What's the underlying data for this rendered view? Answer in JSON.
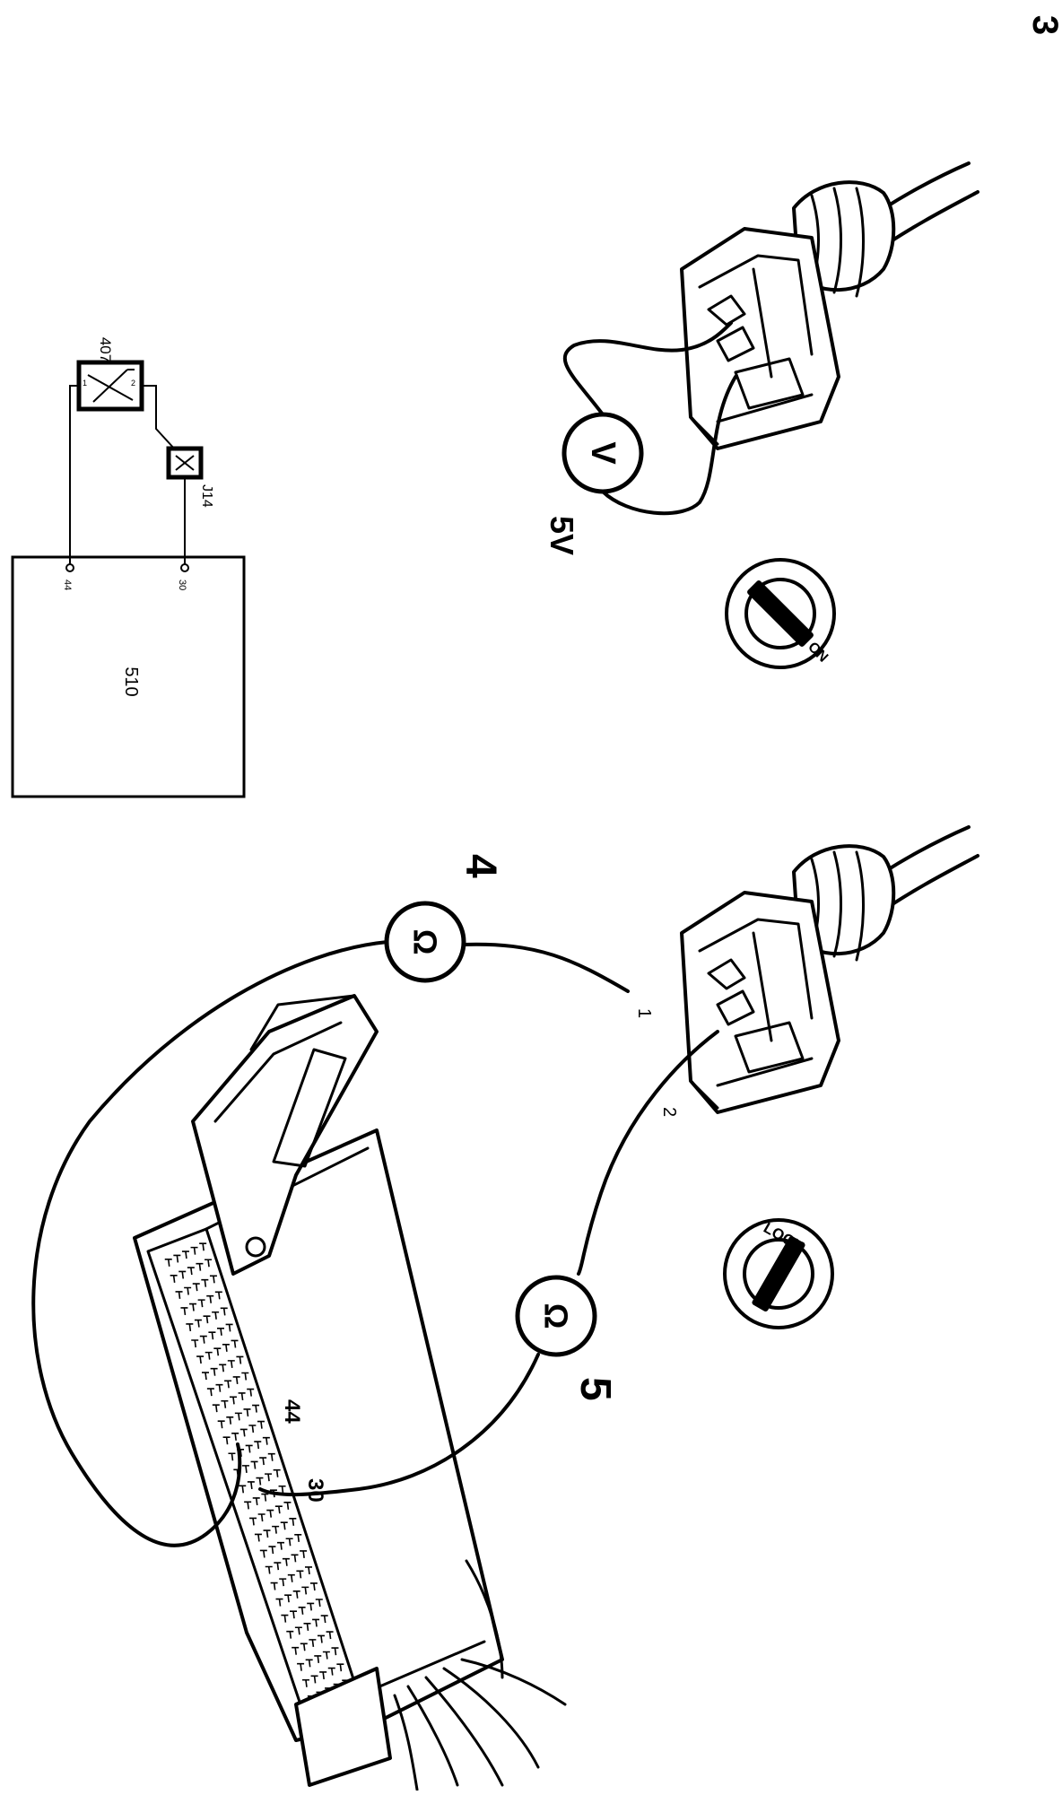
{
  "figure": {
    "page_number": "3",
    "schematic": {
      "ecu_label": "510",
      "sensor_label": "407",
      "connector_label": "J14",
      "ecu_pin_a": "44",
      "ecu_pin_b": "30",
      "sensor_pin_1": "1",
      "sensor_pin_2": "2"
    },
    "voltage_test": {
      "meter_symbol": "V",
      "expected_value": "5V",
      "ignition_position": "ON"
    },
    "resistance_tests": {
      "meter_symbol": "Ω",
      "test_a_number": "4",
      "test_b_number": "5",
      "sensor_pin_1": "1",
      "sensor_pin_2": "2",
      "ecu_pin_a": "44",
      "ecu_pin_b": "30",
      "ignition_position": "LOCK"
    }
  }
}
